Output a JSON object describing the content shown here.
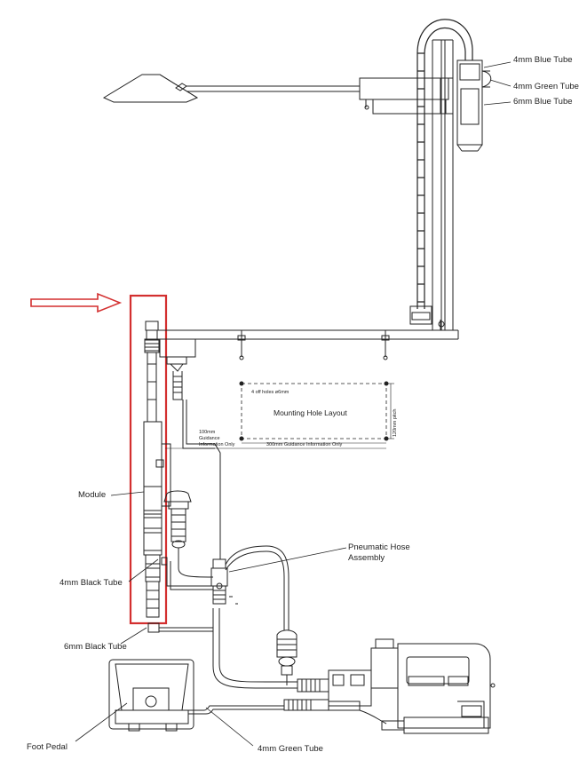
{
  "labels": {
    "blue_tube_4mm": "4mm Blue Tube",
    "green_tube_4mm_top": "4mm Green Tube",
    "blue_tube_6mm": "6mm Blue Tube",
    "holes": "4 off holes ø6mm",
    "mounting_layout": "Mounting Hole Layout",
    "pitch": "120mm pitch",
    "guidance_100_a": "100mm",
    "guidance_100_b": "Guidance",
    "guidance_100_c": "Information Only",
    "guidance_300": "300mm Guidance Information Only",
    "module": "Module",
    "black_tube_4mm": "4mm Black Tube",
    "pneumatic_1": "Pneumatic Hose",
    "pneumatic_2": "Assembly",
    "black_tube_6mm": "6mm Black Tube",
    "foot_pedal": "Foot Pedal",
    "green_tube_4mm_bottom": "4mm Green Tube"
  },
  "highlight_color": "#d32f2f",
  "line_color": "#222222"
}
